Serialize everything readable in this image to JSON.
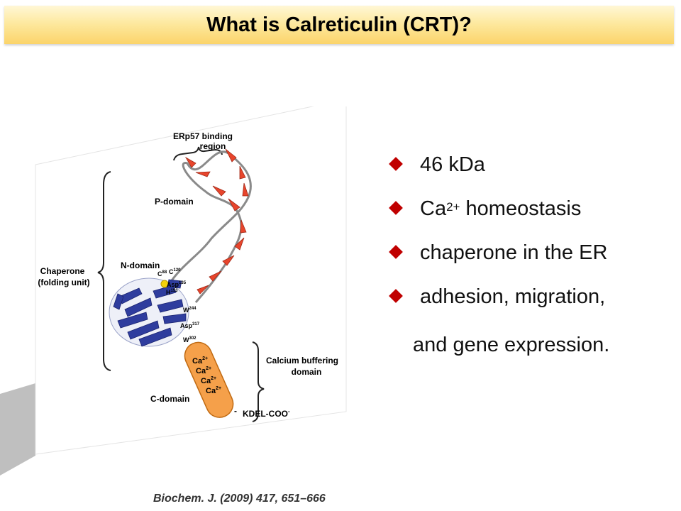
{
  "slide": {
    "title": "What is Calreticulin (CRT)?",
    "bullets": [
      {
        "text": "46 kDa"
      },
      {
        "prefix": "Ca",
        "sup": "2+",
        "suffix": " homeostasis"
      },
      {
        "text": "chaperone in the ER"
      },
      {
        "text": "adhesion, migration,"
      }
    ],
    "bullet_continuation": "and gene expression.",
    "citation": "Biochem. J. (2009) 417, 651–666",
    "colors": {
      "title_bg": "#fbd46a",
      "bullet": "#c00000",
      "p_domain": "#e8452c",
      "n_domain": "#2f3d9e",
      "c_domain": "#f5a04a"
    }
  },
  "figure": {
    "erp57_label": [
      "ERp57 binding",
      "region"
    ],
    "p_domain": "P-domain",
    "n_domain": "N-domain",
    "chaperone_label": [
      "Chaperone",
      "(folding unit)"
    ],
    "calcium_label": [
      "Calcium buffering",
      "domain"
    ],
    "c_domain": "C-domain",
    "kdel": "KDEL-COO",
    "kdel_sup": "-",
    "residues": {
      "c88": "C",
      "c88_sup": "88",
      "c120": "C",
      "c120_sup": "120",
      "asp135": "Asp",
      "asp135_sup": "135",
      "h153": "H",
      "h153_sup": "153",
      "w244": "W",
      "w244_sup": "244",
      "asp317": "Asp",
      "asp317_sup": "317",
      "w302": "W",
      "w302_sup": "302"
    },
    "ca_ion": "Ca",
    "ca_sup": "2+"
  }
}
